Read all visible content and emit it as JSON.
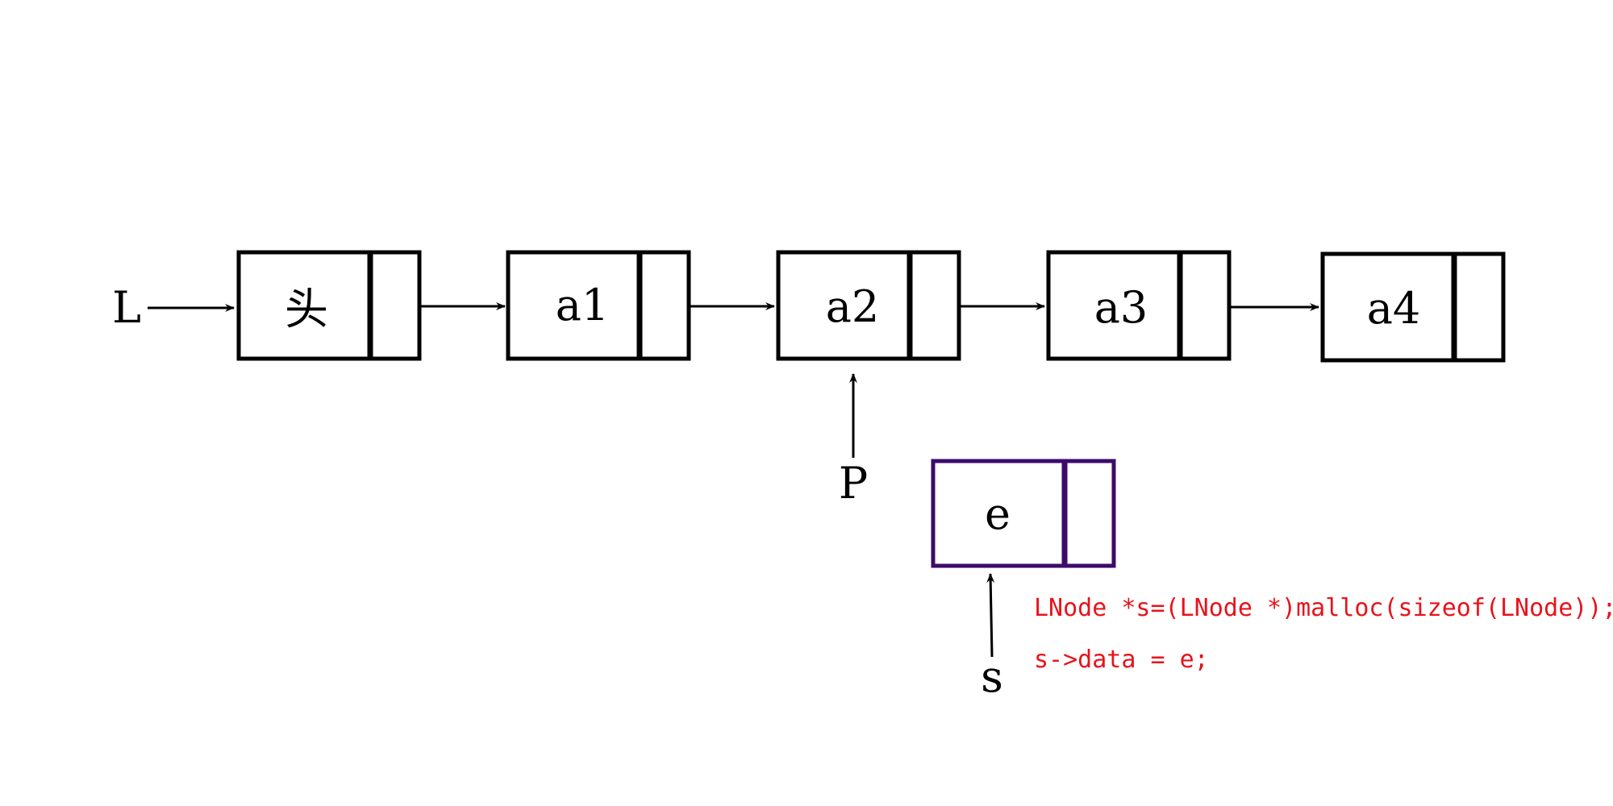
{
  "diagram": {
    "pointer_L": "L",
    "nodes": [
      {
        "data": "头"
      },
      {
        "data": "a1"
      },
      {
        "data": "a2"
      },
      {
        "data": "a3"
      },
      {
        "data": "a4"
      }
    ],
    "pointer_P": "P",
    "new_node": {
      "data": "e"
    },
    "pointer_s": "s",
    "code": {
      "line1": "LNode *s=(LNode *)malloc(sizeof(LNode));",
      "line2": "s->data = e;"
    },
    "colors": {
      "node_border": "#000000",
      "new_node_border": "#3d0a6b",
      "code": "#e8131b",
      "arrow": "#000000"
    }
  }
}
